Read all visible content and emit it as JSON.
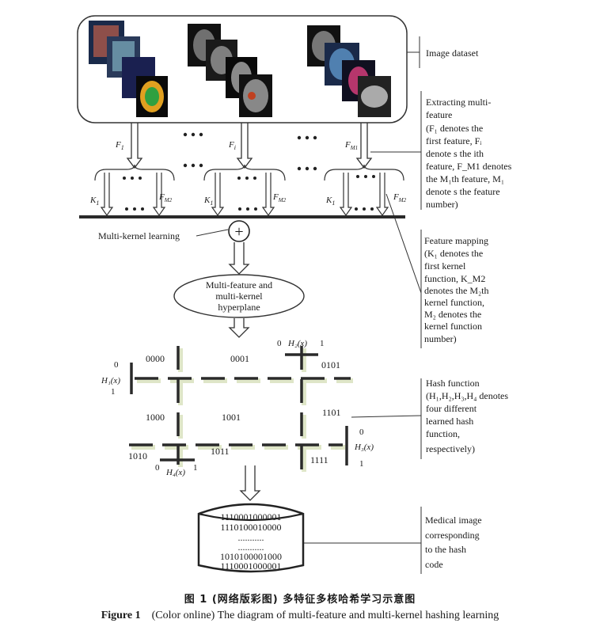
{
  "side_labels": {
    "image_dataset": "Image dataset",
    "extracting": [
      "Extracting multi-",
      "feature",
      "(F₁ denotes the",
      "first feature, Fᵢ",
      "denote s  the ith",
      "feature, F_M1 denotes",
      "the M₁th feature, M₁",
      "denote s the feature",
      "number)"
    ],
    "feature_mapping": [
      "Feature  mapping",
      "(K₁ denotes the",
      "first kernel",
      "function, K_M2",
      "denotes the M₂th",
      "kernel function,",
      "M₂ denotes the",
      "kernel function",
      "number)"
    ],
    "hash_function": [
      "Hash function",
      "(H₁,H₂,H₃,H₄ denotes",
      "four different",
      "learned hash",
      "function,",
      "respectively)"
    ],
    "medical_image": [
      "Medical image",
      "corresponding",
      "to the hash",
      "code"
    ]
  },
  "feature_arrows": [
    "F1",
    "Fi",
    "FM1"
  ],
  "kernel_labels": {
    "first": "K1",
    "last": "FM2"
  },
  "ellipsis": "•••",
  "multi_kernel_learning": "Multi-kernel learning",
  "plus_symbol": "+",
  "hyperplane": [
    "Multi-feature and",
    "multi-kernel",
    "hyperplane"
  ],
  "hash_regions": [
    "0000",
    "0001",
    "0101",
    "1000",
    "1001",
    "1101",
    "1010",
    "1011",
    "1111"
  ],
  "hash_funcs": {
    "H1": {
      "label": "H₁(x)",
      "zero": "0",
      "one": "1"
    },
    "H2": {
      "label": "H₂(x)",
      "zero": "0",
      "one": "1"
    },
    "H3": {
      "label": "H₃(x)",
      "zero": "0",
      "one": "1"
    },
    "H4": {
      "label": "H₄(x)",
      "zero": "0",
      "one": "1"
    }
  },
  "codes": [
    "1110001000001",
    "1110100010000",
    "...........",
    "...........",
    "1010100001000",
    "1110001000001"
  ],
  "caption": {
    "cn": "图 1   (网络版彩图) 多特征多核哈希学习示意图",
    "en_label": "Figure 1",
    "en_text": "(Color online) The diagram of multi-feature and multi-kernel hashing learning"
  },
  "colors": {
    "line": "#333333",
    "bar": "#2a2a2a",
    "shadow": "#e6ecd6"
  }
}
